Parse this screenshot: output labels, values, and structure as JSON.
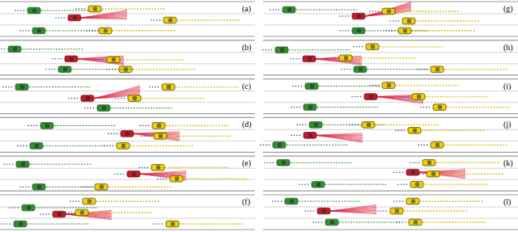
{
  "diagram": {
    "labels": [
      "(a)",
      "(b)",
      "(c)",
      "(d)",
      "(e)",
      "(f)",
      "(g)",
      "(h)",
      "(i)",
      "(j)",
      "(k)",
      "(l)"
    ]
  }
}
